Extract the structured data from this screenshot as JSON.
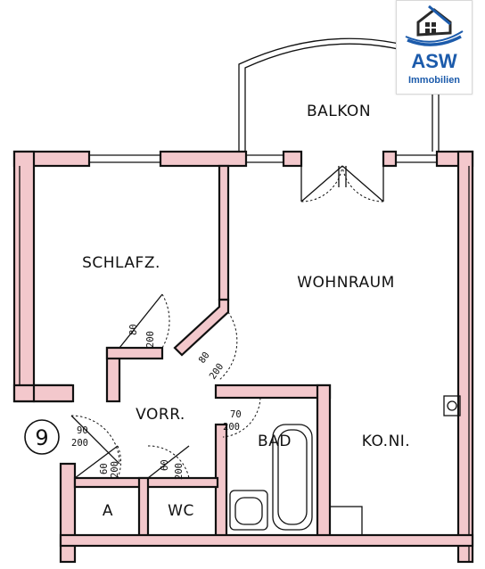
{
  "logo": {
    "brand": "ASW",
    "subtitle": "Immobilien",
    "colors": {
      "primary": "#1c5bab",
      "accent": "#2a2a2a"
    },
    "icon": "house-icon"
  },
  "rooms": {
    "balkon": "BALKON",
    "schlafzimmer": "SCHLAFZ.",
    "wohnraum": "WOHNRAUM",
    "vorraum": "VORR.",
    "bad": "BAD",
    "kochnische": "KO.NI.",
    "abstellraum": "A",
    "wc": "WC"
  },
  "door_dimensions": {
    "schlafz_width": "80",
    "schlafz_height": "200",
    "wohnraum_width": "80",
    "wohnraum_height": "200",
    "bad_width": "70",
    "bad_height": "200",
    "entrance_width": "90",
    "entrance_height": "200",
    "a_width": "60",
    "a_height": "200",
    "wc_width": "60",
    "wc_height": "200"
  },
  "unit_number": "9",
  "colors": {
    "wall_fill": "#f3c8cc",
    "line": "#111111"
  }
}
